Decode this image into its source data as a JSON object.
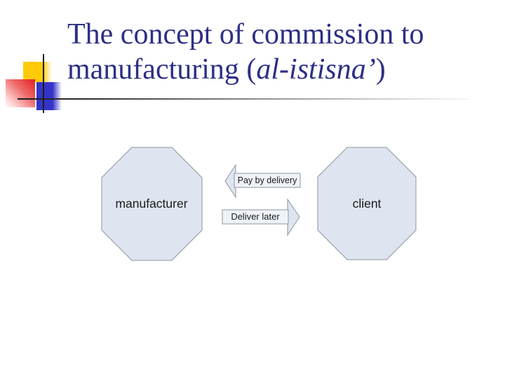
{
  "slide": {
    "title": {
      "line1": "The concept of commission to",
      "line2_prefix": "manufacturing (",
      "line2_italic": "al-istisna’",
      "line2_suffix": ")"
    },
    "diagram": {
      "left_node": "manufacturer",
      "right_node": "client",
      "top_arrow": {
        "label": "Pay by delivery",
        "direction": "left"
      },
      "bottom_arrow": {
        "label": "Deliver later",
        "direction": "right"
      }
    }
  },
  "colors": {
    "title-color": "#2e2f85",
    "shape-fill": "#dee5f0",
    "shape-stroke": "#8f959c",
    "box-fill": "#eef2f9",
    "diagram-text": "#1a1a1a",
    "accent-yellow": "#ffca08",
    "accent-red": "#e02020",
    "accent-blue": "#3434c8",
    "line-dark": "#1c1c1c"
  }
}
